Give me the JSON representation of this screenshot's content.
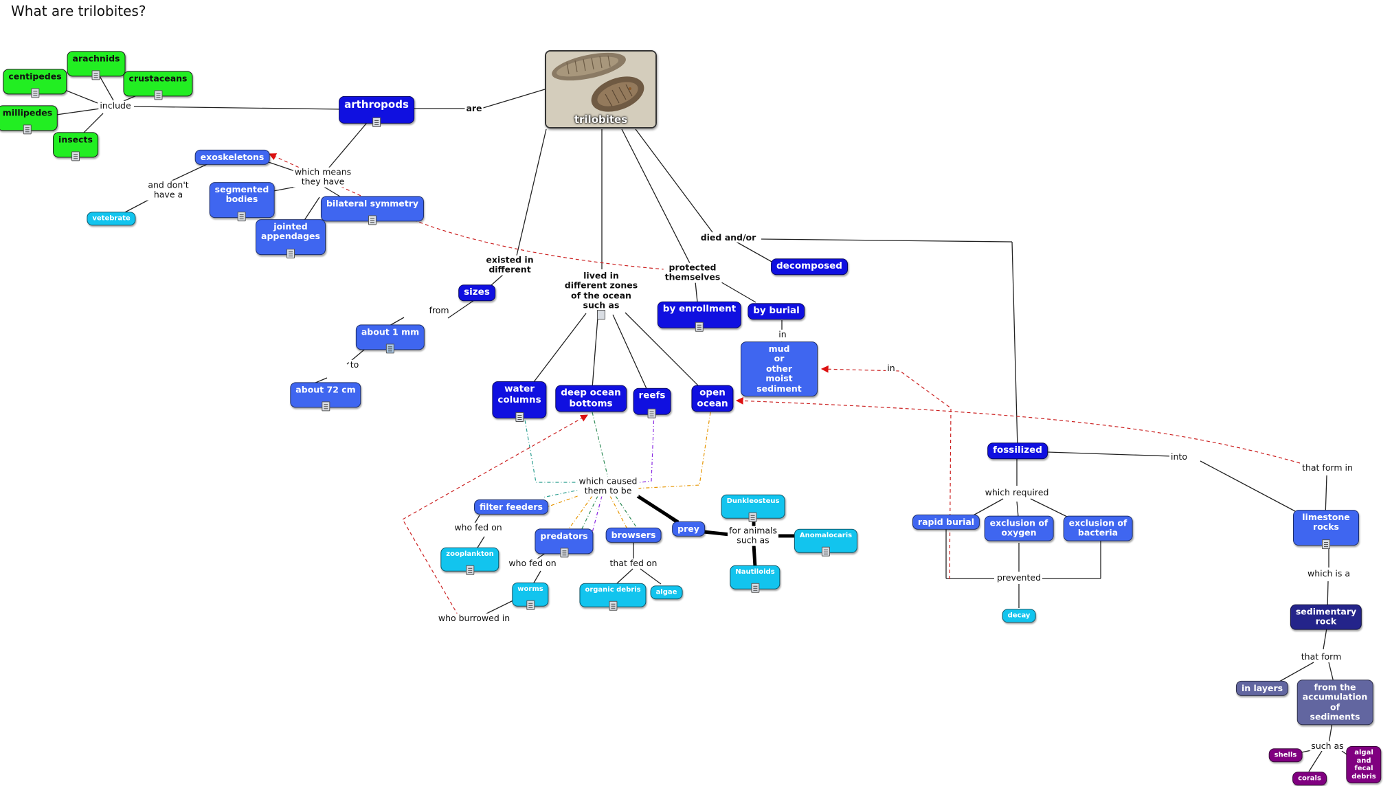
{
  "title": "What are trilobites?",
  "central": {
    "label": "trilobites",
    "image": "trilobite-fossil-photo"
  },
  "icons": {
    "resource": "document-icon",
    "photo": "image-icon"
  },
  "colors": {
    "green": "#22ee22",
    "blue": "#1010e0",
    "mid_blue": "#3f66f0",
    "cyan": "#12c4ee",
    "navy": "#24248a",
    "slate": "#6266a0",
    "purple": "#800080",
    "red_link": "#cc2222"
  },
  "nodes": {
    "arthropods": "arthropods",
    "arachnids": "arachnids",
    "centipedes": "centipedes",
    "crustaceans": "crustaceans",
    "millipedes": "millipedes",
    "insects": "insects",
    "exoskeletons": "exoskeletons",
    "vetebrate": "vetebrate",
    "segmented_bodies": "segmented\nbodies",
    "bilateral_symmetry": "bilateral symmetry",
    "jointed_appendages": "jointed\nappendages",
    "sizes": "sizes",
    "about_1mm": "about 1 mm",
    "about_72cm": "about 72 cm",
    "water_columns": "water\ncolumns",
    "deep_ocean_bottoms": "deep ocean\nbottoms",
    "reefs": "reefs",
    "open_ocean": "open\nocean",
    "by_enrollment": "by enrollment",
    "by_burial": "by burial",
    "mud": "mud\nor\nother\nmoist sediment",
    "decomposed": "decomposed",
    "fossilized": "fossilized",
    "rapid_burial": "rapid burial",
    "exclusion_oxygen": "exclusion of\noxygen",
    "exclusion_bacteria": "exclusion of\nbacteria",
    "decay": "decay",
    "limestone_rocks": "limestone rocks",
    "sedimentary_rock": "sedimentary rock",
    "in_layers": "in layers",
    "accumulation": "from the\naccumulation of\nsediments",
    "shells": "shells",
    "corals": "corals",
    "algal_debris": "algal and\nfecal debris",
    "filter_feeders": "filter feeders",
    "zooplankton": "zooplankton",
    "predators": "predators",
    "worms": "worms",
    "browsers": "browsers",
    "organic_debris": "organic debris",
    "algae": "algae",
    "prey": "prey",
    "dunkleosteus": "Dunkleosteus",
    "anomalocaris": "Anomalocaris",
    "nautiloids": "Nautiloids"
  },
  "links": {
    "are": "are",
    "include": "include",
    "which_means": "which means\nthey have",
    "and_dont": "and don't\nhave a",
    "existed": "existed in\ndifferent",
    "from": "from",
    "to": "to",
    "lived_in": "lived in\ndifferent zones\nof the ocean\nsuch as",
    "protected": "protected\nthemselves",
    "died": "died and/or",
    "in_1": "in",
    "in_2": "in",
    "which_caused": "which caused\nthem to be",
    "who_fed_on_1": "who fed on",
    "who_fed_on_2": "who fed on",
    "that_fed_on": "that fed on",
    "who_burrowed": "who burrowed in",
    "for_animals": "for animals\nsuch as",
    "which_required": "which required",
    "prevented": "prevented",
    "into": "into",
    "that_form_in": "that form in",
    "which_is_a": "which is a",
    "that_form": "that form",
    "such_as": "such as"
  }
}
